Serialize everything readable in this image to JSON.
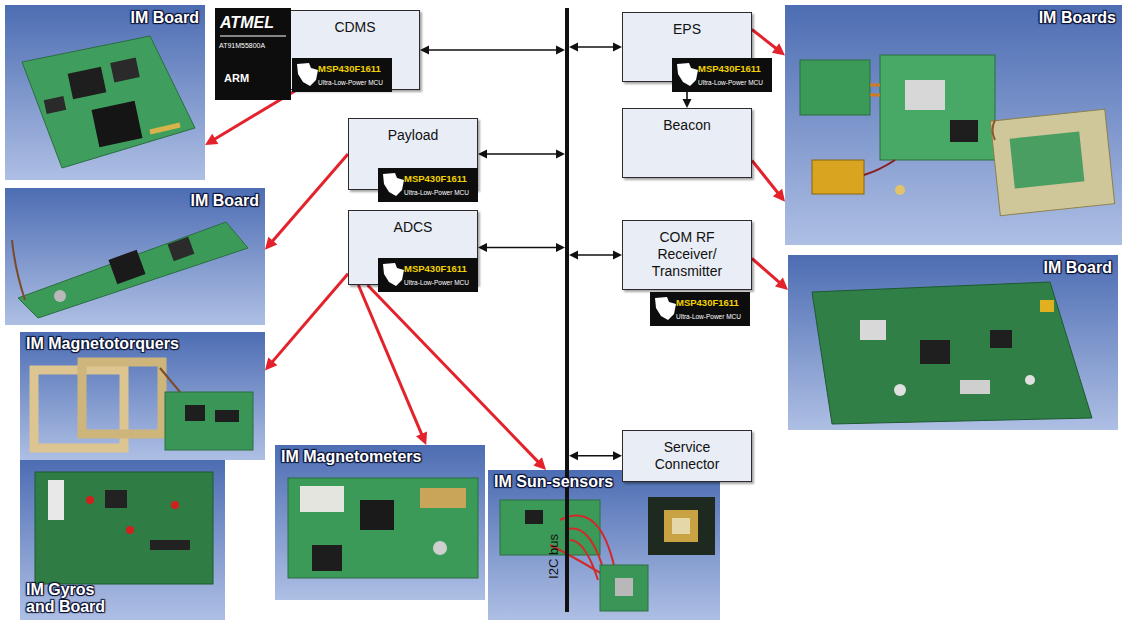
{
  "diagram": {
    "nodes": [
      {
        "text": [
          "IM Board"
        ]
      },
      {
        "text": [
          "CDMS"
        ]
      },
      {
        "text": [
          "EPS"
        ]
      },
      {
        "text": [
          "IM Boards"
        ]
      },
      {
        "text": [
          "Beacon"
        ]
      },
      {
        "text": [
          "IM Board"
        ]
      },
      {
        "text": [
          "Payload"
        ]
      },
      {
        "text": [
          "ADCS"
        ]
      },
      {
        "text": [
          "COM RF Receiver/ Transmitter"
        ]
      },
      {
        "text": [
          "IM Board"
        ]
      },
      {
        "text": [
          "IM Magnetotorquers"
        ]
      },
      {
        "text": [
          "I2C bus"
        ]
      },
      {
        "text": [
          "Service Connector"
        ]
      },
      {
        "text": [
          "IM Magnetometers"
        ]
      },
      {
        "text": [
          "IM Sun-sensors"
        ]
      },
      {
        "text": [
          "IM Gyros and Board"
        ]
      }
    ],
    "edges": [
      {
        "from": 1,
        "to": 11,
        "arrow": "both"
      },
      {
        "from": 6,
        "to": 11,
        "arrow": "both"
      },
      {
        "from": 7,
        "to": 11,
        "arrow": "both"
      },
      {
        "from": 2,
        "to": 11,
        "arrow": "both"
      },
      {
        "from": 8,
        "to": 11,
        "arrow": "both"
      },
      {
        "from": 12,
        "to": 11,
        "arrow": "both"
      },
      {
        "from": 2,
        "to": 4,
        "arrow": "both"
      },
      {
        "from": 1,
        "to": 0,
        "arrow": "to"
      },
      {
        "from": 6,
        "to": 5,
        "arrow": "to"
      },
      {
        "from": 7,
        "to": 10,
        "arrow": "to"
      },
      {
        "from": 7,
        "to": 13,
        "arrow": "to"
      },
      {
        "from": 7,
        "to": 14,
        "arrow": "to"
      },
      {
        "from": 2,
        "to": 3,
        "arrow": "to"
      },
      {
        "from": 4,
        "to": 3,
        "arrow": "to"
      },
      {
        "from": 8,
        "to": 9,
        "arrow": "to"
      }
    ],
    "labels": [
      "ATMEL",
      "AT91M55800A",
      "ARM",
      "MSP430F1611",
      "Ultra-Low-Power MCU",
      "MSP430F1611",
      "Ultra-Low-Power MCU",
      "MSP430F1611",
      "Ultra-Low-Power MCU",
      "MSP430F1611",
      "Ultra-Low-Power MCU",
      "MSP430F1611",
      "Ultra-Low-Power MCU"
    ]
  }
}
